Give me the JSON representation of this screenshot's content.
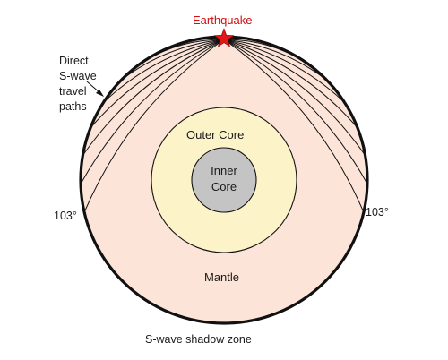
{
  "labels": {
    "earthquake": "Earthquake",
    "direct_line1": "Direct",
    "direct_line2": "S-wave",
    "direct_line3": "travel",
    "direct_line4": "paths",
    "angle_left": "103°",
    "angle_right": "103°",
    "outer_core": "Outer Core",
    "inner_core_line1": "Inner",
    "inner_core_line2": "Core",
    "mantle": "Mantle",
    "caption": "S-wave shadow zone"
  },
  "colors": {
    "mantle_fill": "#fde4d8",
    "outer_core_fill": "#fdf3c9",
    "inner_core_fill": "#c4c4c4",
    "outline": "#111111",
    "earthquake_star": "#e01818",
    "earthquake_text": "#d01010"
  },
  "icons": {
    "earthquake_marker": "star-icon"
  }
}
